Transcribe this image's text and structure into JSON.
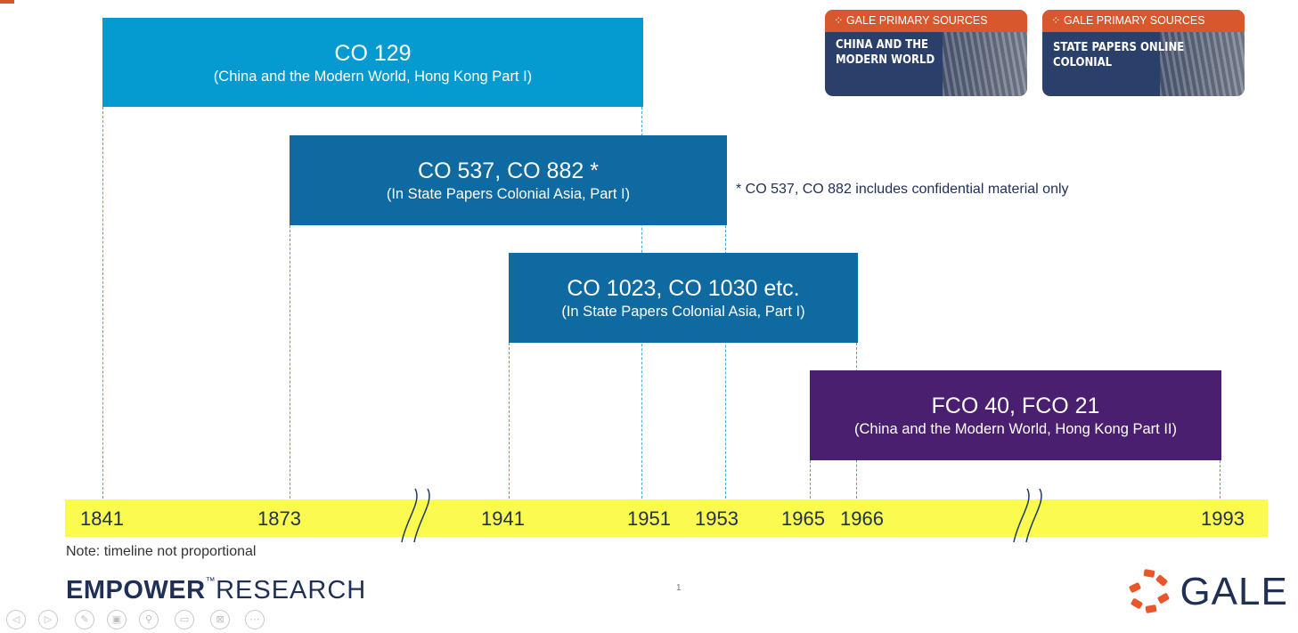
{
  "bars": [
    {
      "title": "CO 129",
      "subtitle": "(China and the Modern World, Hong Kong Part I)",
      "color": "#069bd0"
    },
    {
      "title": "CO 537, CO 882 *",
      "subtitle": "(In State Papers Colonial Asia, Part I)",
      "color": "#0e6aa1"
    },
    {
      "title": "CO 1023, CO 1030 etc.",
      "subtitle": "(In State Papers Colonial Asia, Part I)",
      "color": "#0e6aa1"
    },
    {
      "title": "FCO 40, FCO 21",
      "subtitle": "(China and the Modern World, Hong Kong Part II)",
      "color": "#4a1f6f"
    }
  ],
  "footnote": "* CO 537, CO 882 includes confidential material only",
  "timeline": {
    "years": [
      "1841",
      "1873",
      "1941",
      "1951",
      "1953",
      "1965",
      "1966",
      "1993"
    ],
    "band_color": "#fbfa4f",
    "note": "Note: timeline not proportional"
  },
  "cards": [
    {
      "header": "GALE PRIMARY SOURCES",
      "line1": "CHINA AND THE",
      "line2": "MODERN WORLD"
    },
    {
      "header": "GALE PRIMARY SOURCES",
      "line1": "STATE PAPERS ONLINE",
      "line2": "COLONIAL"
    }
  ],
  "brand": {
    "empower": "EMPOWER",
    "tm": "™",
    "research": "RESEARCH",
    "gale": "GALE"
  },
  "page_number": "1",
  "controls": [
    "previous-icon",
    "next-icon",
    "pen-icon",
    "gallery-icon",
    "zoom-icon",
    "subtitles-icon",
    "camera-off-icon",
    "more-icon"
  ]
}
